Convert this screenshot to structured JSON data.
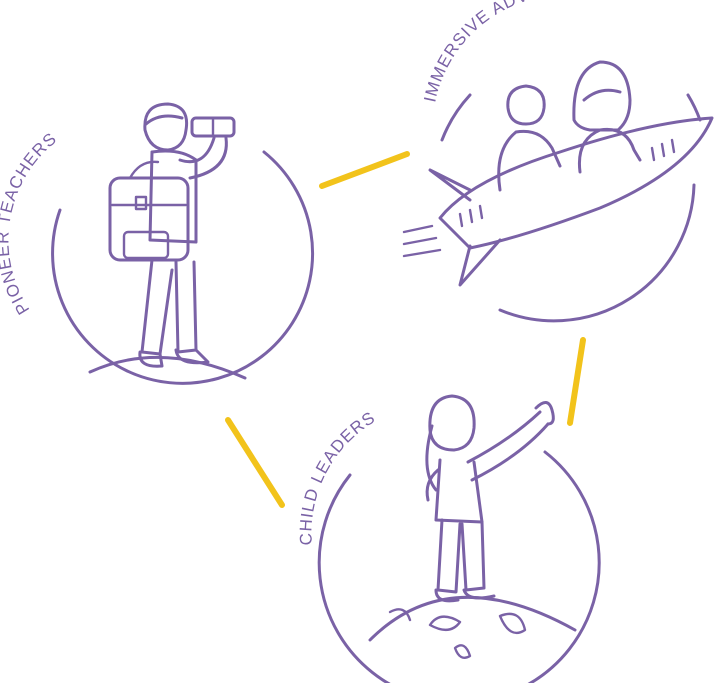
{
  "colors": {
    "ink": "#7a62a6",
    "connector": "#f2c31b",
    "background": "#ffffff"
  },
  "nodes": [
    {
      "id": "pioneer",
      "label": "PIONEER TEACHERS",
      "icon": "explorer-with-binoculars-icon"
    },
    {
      "id": "adventure",
      "label": "IMMERSIVE ADVENTURE",
      "icon": "children-on-rocket-icon"
    },
    {
      "id": "child",
      "label": "CHILD LEADERS",
      "icon": "child-on-globe-icon"
    }
  ],
  "connections": [
    {
      "from": "pioneer",
      "to": "adventure"
    },
    {
      "from": "adventure",
      "to": "child"
    },
    {
      "from": "pioneer",
      "to": "child"
    }
  ]
}
